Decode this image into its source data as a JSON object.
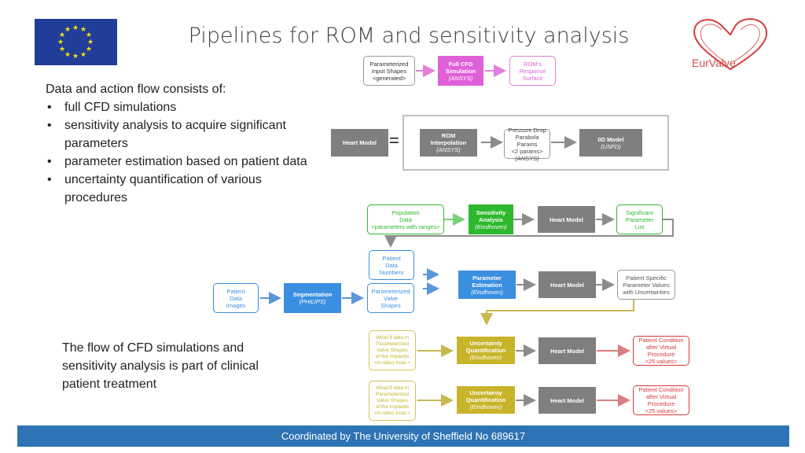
{
  "title": "Pipelines for ROM and  sensitivity analysis",
  "logo": {
    "text": "EurValve",
    "flag_color": "#1f3d99",
    "star_color": "#ffdd00"
  },
  "intro": {
    "lead": "Data and action flow consists of:",
    "items": [
      "full CFD simulations",
      "sensitivity analysis to acquire significant parameters",
      "parameter estimation based on patient data",
      "uncertainty quantification of various procedures"
    ]
  },
  "note": "The flow of CFD simulations and sensitivity analysis is part of clinical patient treatment",
  "footer": "Coordinated by The University of Sheffield No 689617",
  "diagram": {
    "row1": {
      "input": [
        "Parameterized",
        "Input Shapes",
        "<generated>"
      ],
      "cfd": [
        "Full CFD",
        "Simulation",
        "(ANSYS)"
      ],
      "rom": [
        "ROM's",
        "Response",
        "Surface"
      ]
    },
    "row2": {
      "heart": "Heart Model",
      "equals": "=",
      "rom_interp": [
        "ROM",
        "Interpolation",
        "(ANSYS)"
      ],
      "pressure": [
        "Pressure Drop",
        "Parabola Params",
        "<2 params>",
        "(ANSYS)"
      ],
      "zero_d": [
        "0D Model",
        "(USFD)"
      ]
    },
    "row3": {
      "population": [
        "Population",
        "Data",
        "<parameters with ranges>"
      ],
      "sensitivity": [
        "Sensitivity",
        "Analysis",
        "(Eindhoven)"
      ],
      "heart": "Heart Model",
      "significant": [
        "Significant",
        "Parameter",
        "List"
      ]
    },
    "row4": {
      "patient_numbers": [
        "Patient",
        "Data",
        "Numbers"
      ],
      "patient_images": [
        "Patient",
        "Data",
        "Images"
      ],
      "segmentation": [
        "Segmentation",
        "(PHILIPS)"
      ],
      "valve_shapes": [
        "Parameterized",
        "Valve",
        "Shapes"
      ],
      "param_est": [
        "Parameter",
        "Estimation",
        "(Eindhoven)"
      ],
      "heart": "Heart Model",
      "patient_specific": [
        "Patient Specific",
        "Parameter Values",
        "with Uncertainties"
      ]
    },
    "row5": {
      "whatif": [
        "What-if data in",
        "Parameterized",
        "Valve Shapes",
        "of the Implants",
        "<in-silico treat.>"
      ],
      "uq": [
        "Uncertainty",
        "Quantification",
        "(Eindhoven)"
      ],
      "heart": "Heart Model",
      "condition": [
        "Patient Condition",
        "after Virtual",
        "Procedure",
        "<25 values>"
      ]
    },
    "row6": {
      "whatif": [
        "What-if data in",
        "Parameterized",
        "Valve Shapes",
        "of the Implants",
        "<in-silico treat.>"
      ],
      "uq": [
        "Uncertainty",
        "Quantification",
        "(Eindhoven)"
      ],
      "heart": "Heart Model",
      "condition": [
        "Patient Condition",
        "after Virtual",
        "Procedure",
        "<25 values>"
      ]
    },
    "colors": {
      "magenta": "#e060d8",
      "green": "#2db82d",
      "blue": "#3b8fe0",
      "olive": "#c8b42a",
      "gray": "#7f7f7f",
      "red": "#d83a3a",
      "arrow_blue": "#5a96d8",
      "arrow_green": "#7ccf7c",
      "arrow_magenta": "#e080d8",
      "arrow_olive": "#c8b850"
    }
  }
}
